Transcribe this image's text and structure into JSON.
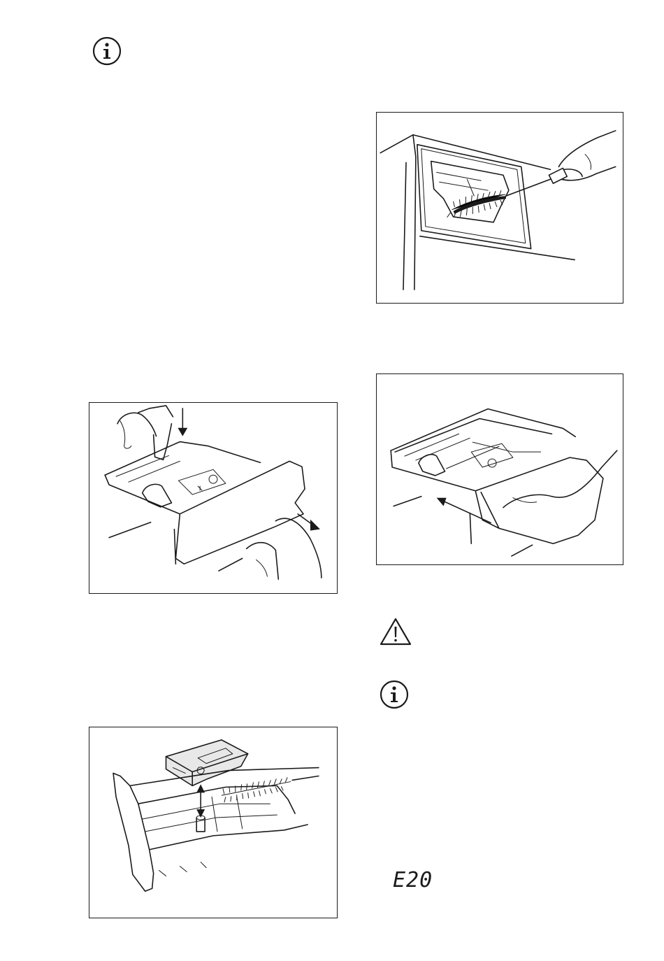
{
  "icons": {
    "info_top": "info-icon",
    "warning": "warning-icon",
    "info_bottom": "info-icon"
  },
  "figures": [
    {
      "name": "brush-cleaning-dispenser-recess",
      "depicts": "hand-with-brush-icon"
    },
    {
      "name": "pull-out-detergent-drawer",
      "depicts": "drawer-removal-icon"
    },
    {
      "name": "push-drawer-back-in",
      "depicts": "drawer-insertion-icon"
    },
    {
      "name": "remove-softener-flap",
      "depicts": "flap-removal-icon"
    }
  ],
  "display": {
    "error_code": "E20"
  },
  "colors": {
    "line": "#1a1a1a",
    "background": "#ffffff"
  }
}
